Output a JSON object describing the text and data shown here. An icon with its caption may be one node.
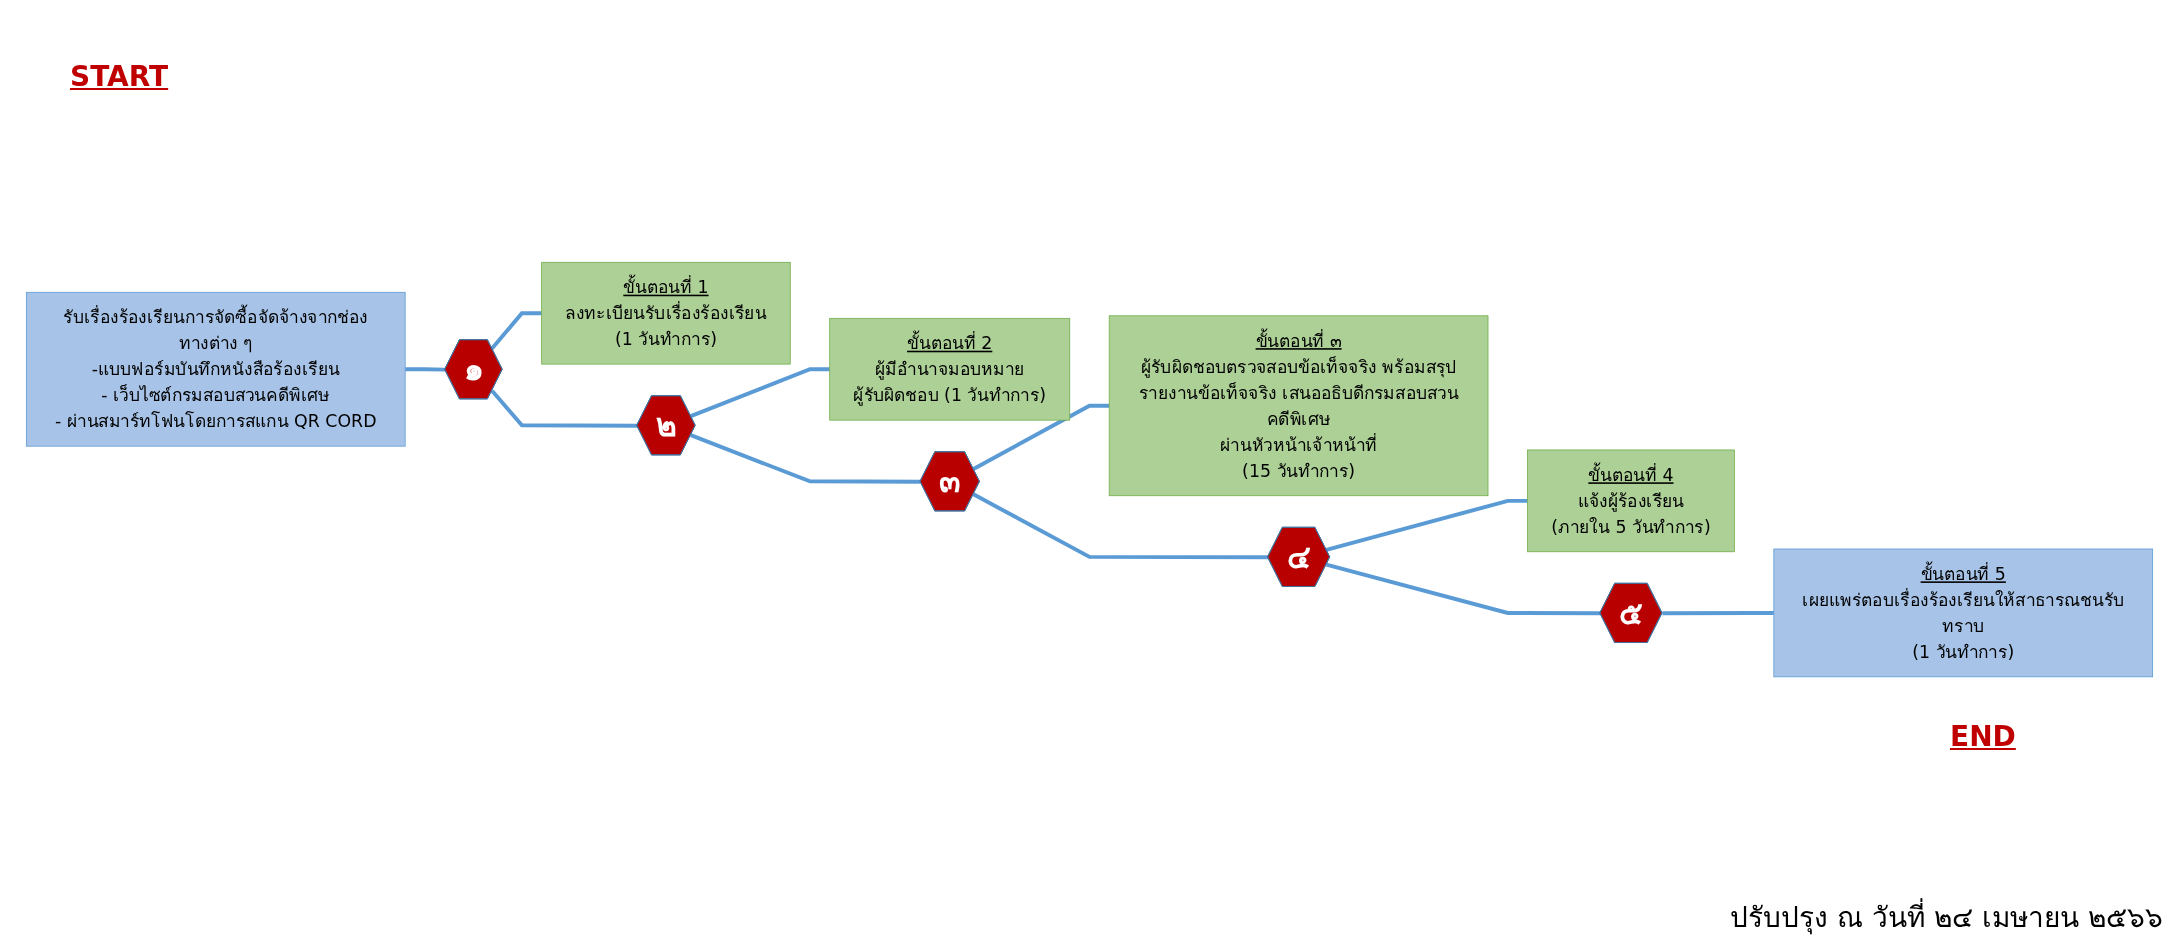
{
  "diagram": {
    "nodes": [
      {
        "text": [
          "รับเรื่องร้องเรียนการจัดซื้อจัดจ้างจากช่องทางต่าง ๆ",
          "-แบบฟอร์มบันทึกหนังสือร้องเรียน",
          "- เว็บไซต์กรมสอบสวนคดีพิเศษ",
          "- ผ่านสมาร์ทโฟนโดยการสแกน QR CORD"
        ]
      },
      {
        "text": [
          "๑"
        ]
      },
      {
        "text": [
          "ขั้นตอนที่ 1",
          "ลงทะเบียนรับเรื่องร้องเรียน",
          "(1 วันทำการ)"
        ]
      },
      {
        "text": [
          "๒"
        ]
      },
      {
        "text": [
          "ขั้นตอนที่ 2",
          "ผู้มีอำนาจมอบหมาย",
          "ผู้รับผิดชอบ (1 วันทำการ)"
        ]
      },
      {
        "text": [
          "๓"
        ]
      },
      {
        "text": [
          "ขั้นตอนที่ ๓",
          "ผู้รับผิดชอบตรวจสอบข้อเท็จจริง พร้อมสรุปรายงานข้อเท็จจริง เสนออธิบดีกรมสอบสวนคดีพิเศษ",
          "ผ่านหัวหน้าเจ้าหน้าที่",
          "(15 วันทำการ)"
        ]
      },
      {
        "text": [
          "๔"
        ]
      },
      {
        "text": [
          "ขั้นตอนที่ 4",
          "แจ้งผู้ร้องเรียน",
          "(ภายใน 5 วันทำการ)"
        ]
      },
      {
        "text": [
          "๕"
        ]
      },
      {
        "text": [
          "ขั้นตอนที่ 5",
          "เผยแพร่ตอบเรื่องร้องเรียนให้สาธารณชนรับทราบ",
          "(1 วันทำการ)"
        ]
      }
    ],
    "edges": [
      {
        "from": 0,
        "to": 1,
        "arrow": "none"
      },
      {
        "from": 1,
        "to": 2,
        "arrow": "none"
      },
      {
        "from": 1,
        "to": 3,
        "arrow": "none"
      },
      {
        "from": 3,
        "to": 4,
        "arrow": "none"
      },
      {
        "from": 3,
        "to": 5,
        "arrow": "none"
      },
      {
        "from": 5,
        "to": 6,
        "arrow": "none"
      },
      {
        "from": 5,
        "to": 7,
        "arrow": "none"
      },
      {
        "from": 7,
        "to": 8,
        "arrow": "none"
      },
      {
        "from": 7,
        "to": 9,
        "arrow": "none"
      },
      {
        "from": 9,
        "to": 10,
        "arrow": "none"
      }
    ],
    "labels": [
      "START",
      "END",
      "ปรับปรุง ณ วันที่ ๒๔ เมษายน ๒๕๖๖"
    ]
  }
}
